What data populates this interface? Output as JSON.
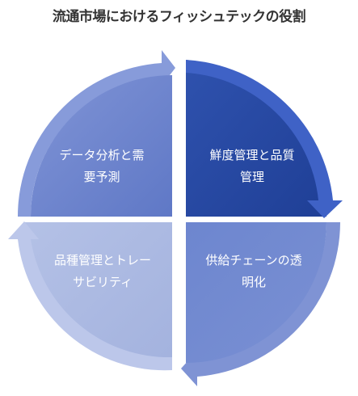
{
  "title": "流通市場におけるフィッシュテックの役割",
  "quadrants": [
    {
      "id": "top-left",
      "lines": [
        "データ分析と需",
        "要予測"
      ],
      "fill": "#6a82cc"
    },
    {
      "id": "top-right",
      "lines": [
        "鮮度管理と品質",
        "管理"
      ],
      "fill": "#2b4da8"
    },
    {
      "id": "bottom-right",
      "lines": [
        "供給チェーンの透",
        "明化"
      ],
      "fill": "#6a82cc"
    },
    {
      "id": "bottom-left",
      "lines": [
        "品種管理とトレー",
        "サビリティ"
      ],
      "fill": "#a8b6e0"
    }
  ],
  "colors": {
    "arrow_tl": "#7f93d4",
    "arrow_tr": "#3f62c6",
    "arrow_br": "#7f93d4",
    "arrow_bl": "#bcc7ea"
  }
}
